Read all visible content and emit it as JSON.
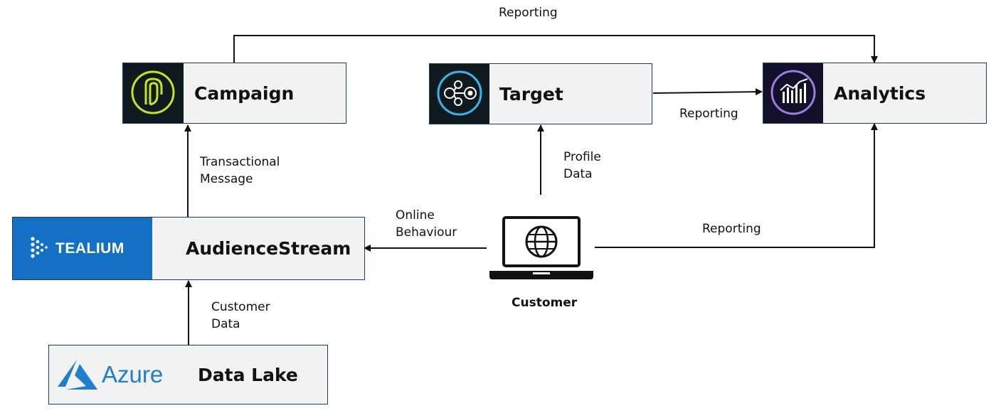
{
  "nodes": {
    "campaign": {
      "label": "Campaign",
      "icon": "campaign-logo-icon"
    },
    "target": {
      "label": "Target",
      "icon": "target-logo-icon"
    },
    "analytics": {
      "label": "Analytics",
      "icon": "analytics-logo-icon"
    },
    "audiencestream": {
      "label": "AudienceStream",
      "brand": "TEALIUM",
      "brand_color": "#1470c4"
    },
    "datalake": {
      "label": "Data Lake",
      "brand": "Azure",
      "brand_color": "#1f7fce"
    },
    "customer": {
      "label": "Customer",
      "icon": "laptop-globe-icon"
    }
  },
  "edges": {
    "campaign_to_analytics": {
      "line1": "Reporting"
    },
    "target_to_analytics": {
      "line1": "Reporting"
    },
    "customer_to_analytics": {
      "line1": "Reporting"
    },
    "customer_to_target": {
      "line1": "Profile",
      "line2": "Data"
    },
    "customer_to_audiencestream": {
      "line1": "Online",
      "line2": "Behaviour"
    },
    "audiencestream_to_campaign": {
      "line1": "Transactional",
      "line2": "Message"
    },
    "datalake_to_audiencestream": {
      "line1": "Customer",
      "line2": "Data"
    }
  },
  "colors": {
    "box_border": "#1f3864",
    "box_fill": "#f2f2f2",
    "logo_dark": "#0f1a1f",
    "campaign_accent": "#c8e617",
    "target_accent": "#36b6ea",
    "analytics_accent": "#9b7ce0"
  }
}
